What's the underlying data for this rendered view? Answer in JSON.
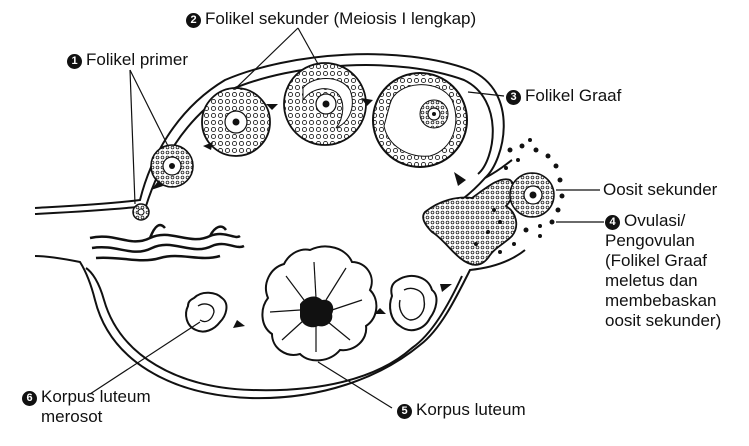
{
  "labels": {
    "folikel_primer": {
      "num": "1",
      "text": "Folikel primer"
    },
    "folikel_sekunder": {
      "num": "2",
      "text": "Folikel sekunder (Meiosis I lengkap)"
    },
    "folikel_graaf": {
      "num": "3",
      "text": "Folikel Graaf"
    },
    "oosit_sekunder": {
      "text": "Oosit sekunder"
    },
    "ovulasi": {
      "num": "4",
      "lines": [
        "Ovulasi/",
        "Pengovulan",
        "(Folikel Graaf",
        "meletus dan",
        "membebaskan",
        "oosit sekunder)"
      ]
    },
    "korpus_luteum": {
      "num": "5",
      "text": "Korpus luteum"
    },
    "korpus_luteum_merosot": {
      "num": "6",
      "lines": [
        "Korpus luteum",
        "merosot"
      ]
    }
  }
}
